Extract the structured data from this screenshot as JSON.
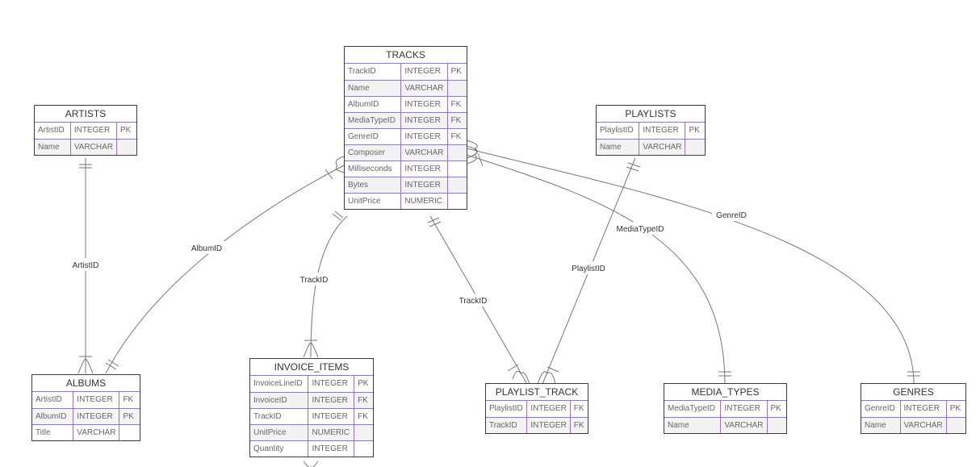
{
  "colors": {
    "attribute_border": "#9370DB",
    "entity_border": "#3c3c3c",
    "edge": "#777777",
    "row_alt": "#f3f3f3"
  },
  "entities": {
    "tracks": {
      "name": "TRACKS",
      "rows": [
        [
          "TrackID",
          "INTEGER",
          "PK"
        ],
        [
          "Name",
          "VARCHAR",
          ""
        ],
        [
          "AlbumID",
          "INTEGER",
          "FK"
        ],
        [
          "MediaTypeID",
          "INTEGER",
          "FK"
        ],
        [
          "GenreID",
          "INTEGER",
          "FK"
        ],
        [
          "Composer",
          "VARCHAR",
          ""
        ],
        [
          "Milliseconds",
          "INTEGER",
          ""
        ],
        [
          "Bytes",
          "INTEGER",
          ""
        ],
        [
          "UnitPrice",
          "NUMERIC",
          ""
        ]
      ]
    },
    "artists": {
      "name": "ARTISTS",
      "rows": [
        [
          "ArtistID",
          "INTEGER",
          "PK"
        ],
        [
          "Name",
          "VARCHAR",
          ""
        ]
      ]
    },
    "playlists": {
      "name": "PLAYLISTS",
      "rows": [
        [
          "PlaylistID",
          "INTEGER",
          "PK"
        ],
        [
          "Name",
          "VARCHAR",
          ""
        ]
      ]
    },
    "albums": {
      "name": "ALBUMS",
      "rows": [
        [
          "ArtistID",
          "INTEGER",
          "FK"
        ],
        [
          "AlbumID",
          "INTEGER",
          "PK"
        ],
        [
          "Title",
          "VARCHAR",
          ""
        ]
      ]
    },
    "invoice_items": {
      "name": "INVOICE_ITEMS",
      "rows": [
        [
          "InvoiceLineID",
          "INTEGER",
          "PK"
        ],
        [
          "InvoiceID",
          "INTEGER",
          "FK"
        ],
        [
          "TrackID",
          "INTEGER",
          "FK"
        ],
        [
          "UnitPrice",
          "NUMERIC",
          ""
        ],
        [
          "Quantity",
          "INTEGER",
          ""
        ]
      ]
    },
    "playlist_track": {
      "name": "PLAYLIST_TRACK",
      "rows": [
        [
          "PlaylistID",
          "INTEGER",
          "FK"
        ],
        [
          "TrackID",
          "INTEGER",
          "FK"
        ]
      ]
    },
    "media_types": {
      "name": "MEDIA_TYPES",
      "rows": [
        [
          "MediaTypeID",
          "INTEGER",
          "PK"
        ],
        [
          "Name",
          "VARCHAR",
          ""
        ]
      ]
    },
    "genres": {
      "name": "GENRES",
      "rows": [
        [
          "GenreID",
          "INTEGER",
          "PK"
        ],
        [
          "Name",
          "VARCHAR",
          ""
        ]
      ]
    }
  },
  "relationships": [
    {
      "id": "artists-albums",
      "label": "ArtistID"
    },
    {
      "id": "tracks-albums",
      "label": "AlbumID"
    },
    {
      "id": "tracks-invoice-items",
      "label": "TrackID"
    },
    {
      "id": "tracks-playlist-track",
      "label": "TrackID"
    },
    {
      "id": "playlists-playlist-track",
      "label": "PlaylistID"
    },
    {
      "id": "tracks-media-types",
      "label": "MediaTypeID"
    },
    {
      "id": "tracks-genres",
      "label": "GenreID"
    }
  ]
}
